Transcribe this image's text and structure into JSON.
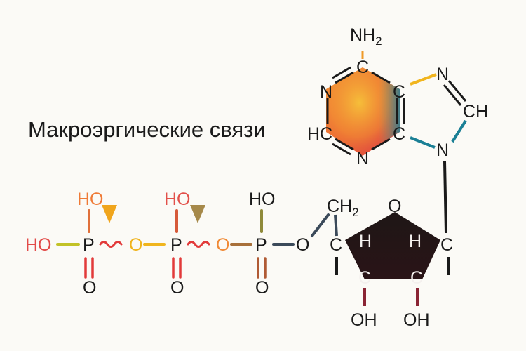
{
  "caption": "Макроэргические связи",
  "colors": {
    "red": "#e2343a",
    "orange": "#ef8a2e",
    "gold": "#f1b51e",
    "yellowgreen": "#b6c127",
    "olive": "#8f8a3a",
    "brown": "#a25a3c",
    "maroon": "#8a2434",
    "slate": "#3b4a5a",
    "teal": "#1a7f95",
    "dark": "#1a1a1a",
    "sugar": "#1c1414"
  },
  "phosphates": [
    {
      "top": "HO",
      "center": "P",
      "bottom": "O",
      "left": "HO"
    },
    {
      "top": "HO",
      "center": "P",
      "bottom": "O"
    },
    {
      "top": "HO",
      "center": "P",
      "bottom": "O"
    }
  ],
  "bridges": [
    "O",
    "O",
    "O"
  ],
  "sugar": {
    "ch2_main": "CH",
    "ch2_sub": "2",
    "ring_o": "O",
    "c_left": "C",
    "c_right": "C",
    "h_left": "H",
    "h_right": "H",
    "c_bottom_left": "C",
    "c_bottom_right": "C",
    "oh_left": "OH",
    "oh_right": "OH"
  },
  "adenine": {
    "nh2_main": "NH",
    "nh2_sub": "2",
    "c_top": "C",
    "n_left": "N",
    "c_fused_top": "C",
    "n_seven": "N",
    "ch_eight": "CH",
    "hc_two": "HC",
    "c_fused_bottom": "C",
    "n_three": "N",
    "n_nine": "N"
  }
}
